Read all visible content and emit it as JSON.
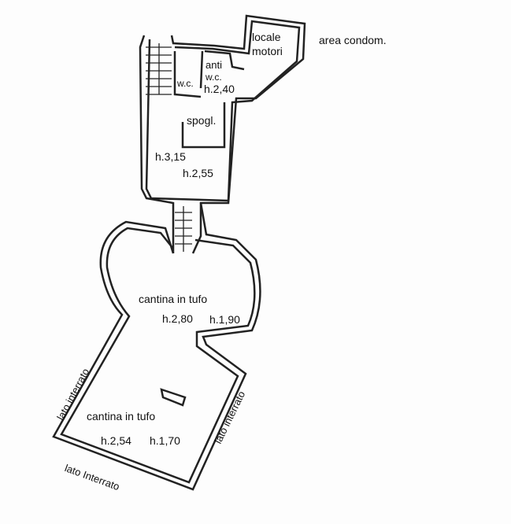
{
  "rooms": {
    "locale_motori": [
      "locale",
      "motori"
    ],
    "area_condom": "area condom.",
    "anti_wc": [
      "anti",
      "w.c."
    ],
    "wc": "w.c.",
    "h_240": "h.2,40",
    "spogl": "spogl.",
    "h_315": "h.3,15",
    "h_255": "h.2,55",
    "cantina_upper": "cantina in tufo",
    "h_280": "h.2,80",
    "h_190": "h.1,90",
    "cantina_lower": "cantina in tufo",
    "h_254": "h.2,54",
    "h_170": "h.1,70"
  },
  "sides": {
    "left": "lato interrato",
    "right": "lato interrato",
    "bottom": "lato Interrato"
  }
}
